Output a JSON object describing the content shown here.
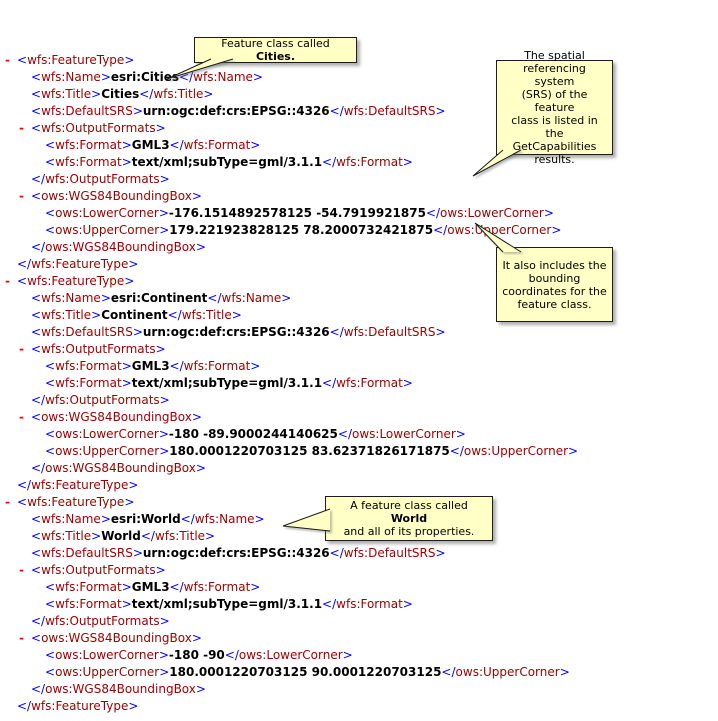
{
  "colors": {
    "bracket": "#0000ff",
    "tag_name": "#990000",
    "text_value": "#000000",
    "collapse_marker": "#ff0000",
    "callout_bg": "#ffffc6",
    "callout_border": "#1c1c1c",
    "page_bg": "#ffffff"
  },
  "xml": {
    "lines": [
      {
        "i": 0,
        "m": true,
        "s": "<wfs:FeatureType>"
      },
      {
        "i": 1,
        "m": false,
        "s": "<wfs:Name>esri:Cities</wfs:Name>"
      },
      {
        "i": 1,
        "m": false,
        "s": "<wfs:Title>Cities</wfs:Title>"
      },
      {
        "i": 1,
        "m": false,
        "s": "<wfs:DefaultSRS>urn:ogc:def:crs:EPSG::4326</wfs:DefaultSRS>"
      },
      {
        "i": 1,
        "m": true,
        "s": "<wfs:OutputFormats>"
      },
      {
        "i": 2,
        "m": false,
        "s": "<wfs:Format>GML3</wfs:Format>"
      },
      {
        "i": 2,
        "m": false,
        "s": "<wfs:Format>text/xml;subType=gml/3.1.1</wfs:Format>"
      },
      {
        "i": 1,
        "m": false,
        "s": "</wfs:OutputFormats>"
      },
      {
        "i": 1,
        "m": true,
        "s": "<ows:WGS84BoundingBox>"
      },
      {
        "i": 2,
        "m": false,
        "s": "<ows:LowerCorner>-176.1514892578125 -54.7919921875</ows:LowerCorner>"
      },
      {
        "i": 2,
        "m": false,
        "s": "<ows:UpperCorner>179.221923828125 78.2000732421875</ows:UpperCorner>"
      },
      {
        "i": 1,
        "m": false,
        "s": "</ows:WGS84BoundingBox>"
      },
      {
        "i": 0,
        "m": false,
        "s": "</wfs:FeatureType>"
      },
      {
        "i": 0,
        "m": true,
        "s": "<wfs:FeatureType>"
      },
      {
        "i": 1,
        "m": false,
        "s": "<wfs:Name>esri:Continent</wfs:Name>"
      },
      {
        "i": 1,
        "m": false,
        "s": "<wfs:Title>Continent</wfs:Title>"
      },
      {
        "i": 1,
        "m": false,
        "s": "<wfs:DefaultSRS>urn:ogc:def:crs:EPSG::4326</wfs:DefaultSRS>"
      },
      {
        "i": 1,
        "m": true,
        "s": "<wfs:OutputFormats>"
      },
      {
        "i": 2,
        "m": false,
        "s": "<wfs:Format>GML3</wfs:Format>"
      },
      {
        "i": 2,
        "m": false,
        "s": "<wfs:Format>text/xml;subType=gml/3.1.1</wfs:Format>"
      },
      {
        "i": 1,
        "m": false,
        "s": "</wfs:OutputFormats>"
      },
      {
        "i": 1,
        "m": true,
        "s": "<ows:WGS84BoundingBox>"
      },
      {
        "i": 2,
        "m": false,
        "s": "<ows:LowerCorner>-180 -89.9000244140625</ows:LowerCorner>"
      },
      {
        "i": 2,
        "m": false,
        "s": "<ows:UpperCorner>180.0001220703125 83.62371826171875</ows:UpperCorner>"
      },
      {
        "i": 1,
        "m": false,
        "s": "</ows:WGS84BoundingBox>"
      },
      {
        "i": 0,
        "m": false,
        "s": "</wfs:FeatureType>"
      },
      {
        "i": 0,
        "m": true,
        "s": "<wfs:FeatureType>"
      },
      {
        "i": 1,
        "m": false,
        "s": "<wfs:Name>esri:World</wfs:Name>"
      },
      {
        "i": 1,
        "m": false,
        "s": "<wfs:Title>World</wfs:Title>"
      },
      {
        "i": 1,
        "m": false,
        "s": "<wfs:DefaultSRS>urn:ogc:def:crs:EPSG::4326</wfs:DefaultSRS>"
      },
      {
        "i": 1,
        "m": true,
        "s": "<wfs:OutputFormats>"
      },
      {
        "i": 2,
        "m": false,
        "s": "<wfs:Format>GML3</wfs:Format>"
      },
      {
        "i": 2,
        "m": false,
        "s": "<wfs:Format>text/xml;subType=gml/3.1.1</wfs:Format>"
      },
      {
        "i": 1,
        "m": false,
        "s": "</wfs:OutputFormats>"
      },
      {
        "i": 1,
        "m": true,
        "s": "<ows:WGS84BoundingBox>"
      },
      {
        "i": 2,
        "m": false,
        "s": "<ows:LowerCorner>-180 -90</ows:LowerCorner>"
      },
      {
        "i": 2,
        "m": false,
        "s": "<ows:UpperCorner>180.0001220703125 90.0001220703125</ows:UpperCorner>"
      },
      {
        "i": 1,
        "m": false,
        "s": "</ows:WGS84BoundingBox>"
      },
      {
        "i": 0,
        "m": false,
        "s": "</wfs:FeatureType>"
      }
    ]
  },
  "callouts": {
    "cities": {
      "pre": "Feature class called ",
      "bold": "Cities."
    },
    "srs": {
      "text": "The spatial\nreferencing system\n(SRS) of the feature\nclass is listed in the\nGetCapabilities\nresults."
    },
    "bounds": {
      "text": "It also includes the\nbounding\ncoordinates for the\nfeature class."
    },
    "world": {
      "pre": "A feature class called ",
      "bold": "World",
      "post": "\nand all of its properties."
    }
  }
}
